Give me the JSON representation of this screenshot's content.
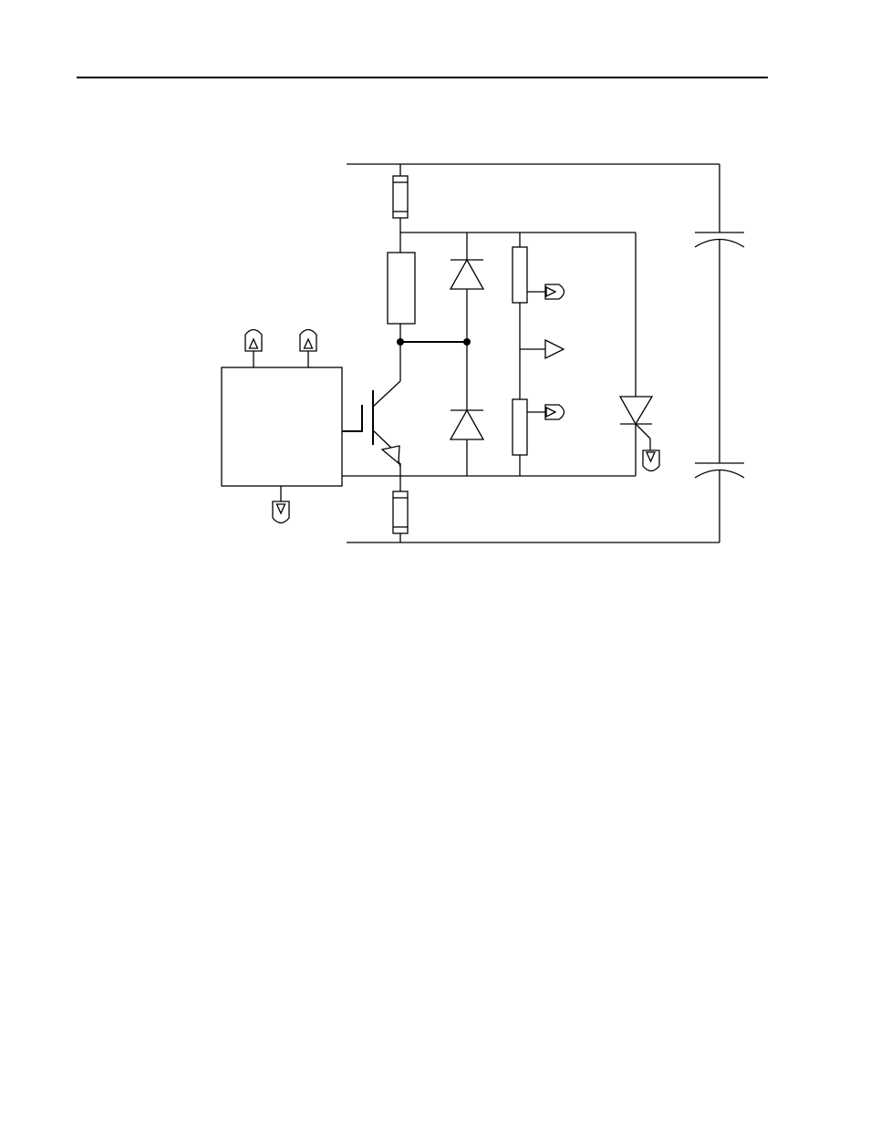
{
  "page": {
    "background": "#ffffff",
    "line_color": "#000000"
  },
  "diagram": {
    "type": "circuit-schematic",
    "components": [
      {
        "name": "top-fuse",
        "symbol": "fuse"
      },
      {
        "name": "bottom-fuse",
        "symbol": "fuse"
      },
      {
        "name": "collector-resistor",
        "symbol": "resistor"
      },
      {
        "name": "upper-diode",
        "symbol": "diode"
      },
      {
        "name": "lower-diode",
        "symbol": "diode"
      },
      {
        "name": "upper-divider-resistor",
        "symbol": "resistor"
      },
      {
        "name": "lower-divider-resistor",
        "symbol": "resistor"
      },
      {
        "name": "igbt-transistor",
        "symbol": "igbt"
      },
      {
        "name": "gate-driver-block",
        "symbol": "block"
      },
      {
        "name": "thyristor",
        "symbol": "thyristor"
      },
      {
        "name": "upper-capacitor",
        "symbol": "capacitor"
      },
      {
        "name": "lower-capacitor",
        "symbol": "capacitor"
      }
    ],
    "connectors": [
      {
        "name": "driver-input-connector-1",
        "symbol": "connector-up"
      },
      {
        "name": "driver-input-connector-2",
        "symbol": "connector-up"
      },
      {
        "name": "driver-output-connector",
        "symbol": "connector-down"
      },
      {
        "name": "divider-tap-upper-connector",
        "symbol": "connector-right"
      },
      {
        "name": "divider-midpoint-connector",
        "symbol": "arrow-right"
      },
      {
        "name": "divider-tap-lower-connector",
        "symbol": "connector-right"
      },
      {
        "name": "thyristor-gate-connector",
        "symbol": "connector-down"
      }
    ]
  }
}
